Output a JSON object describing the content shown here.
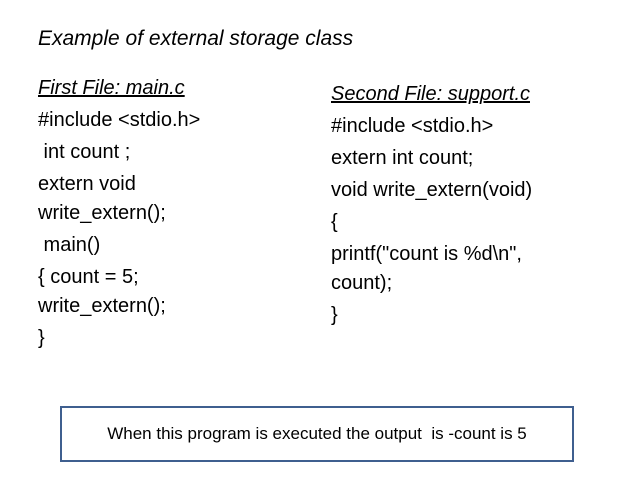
{
  "slide": {
    "title": "Example of external storage class",
    "left_column": {
      "heading": "First File: main.c",
      "lines": [
        "#include <stdio.h>",
        " int count ;",
        "extern void write_extern();",
        " main()",
        "{ count = 5; write_extern();",
        "}"
      ]
    },
    "right_column": {
      "heading": "Second File: support.c",
      "lines": [
        "#include <stdio.h>",
        "extern int count;",
        "void write_extern(void)",
        "{",
        "printf(\"count is %d\\n\", count);",
        "}"
      ]
    },
    "output_text": "When this program is executed the output  is -count is 5"
  }
}
